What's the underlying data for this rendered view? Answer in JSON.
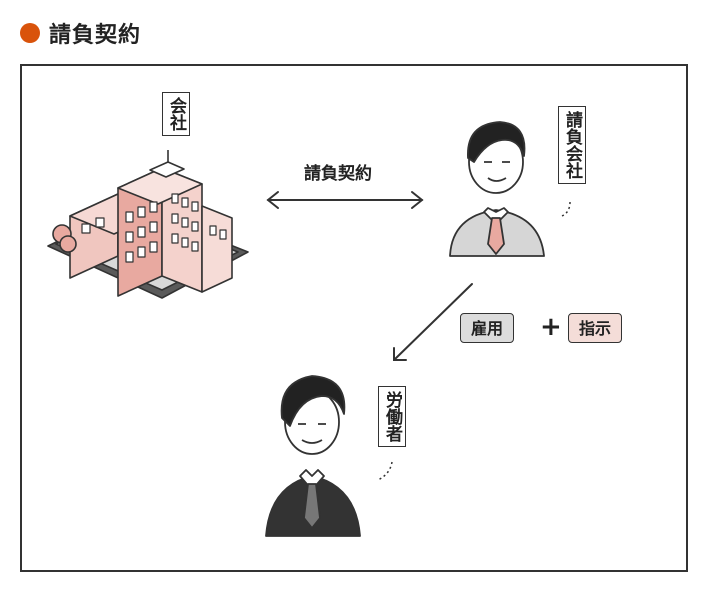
{
  "header": {
    "title": "請負契約"
  },
  "diagram": {
    "company_sign": "会社",
    "contract_label": "請負契約",
    "contractor_sign": "請負会社",
    "worker_sign": "労働者",
    "employ_tag": "雇用",
    "plus": "+",
    "direct_tag": "指示"
  },
  "colors": {
    "accent_dot": "#d9530b",
    "building": "#e8a9a0",
    "employ_tag": "#dcdcdc",
    "direct_tag": "#f4ddd8"
  }
}
